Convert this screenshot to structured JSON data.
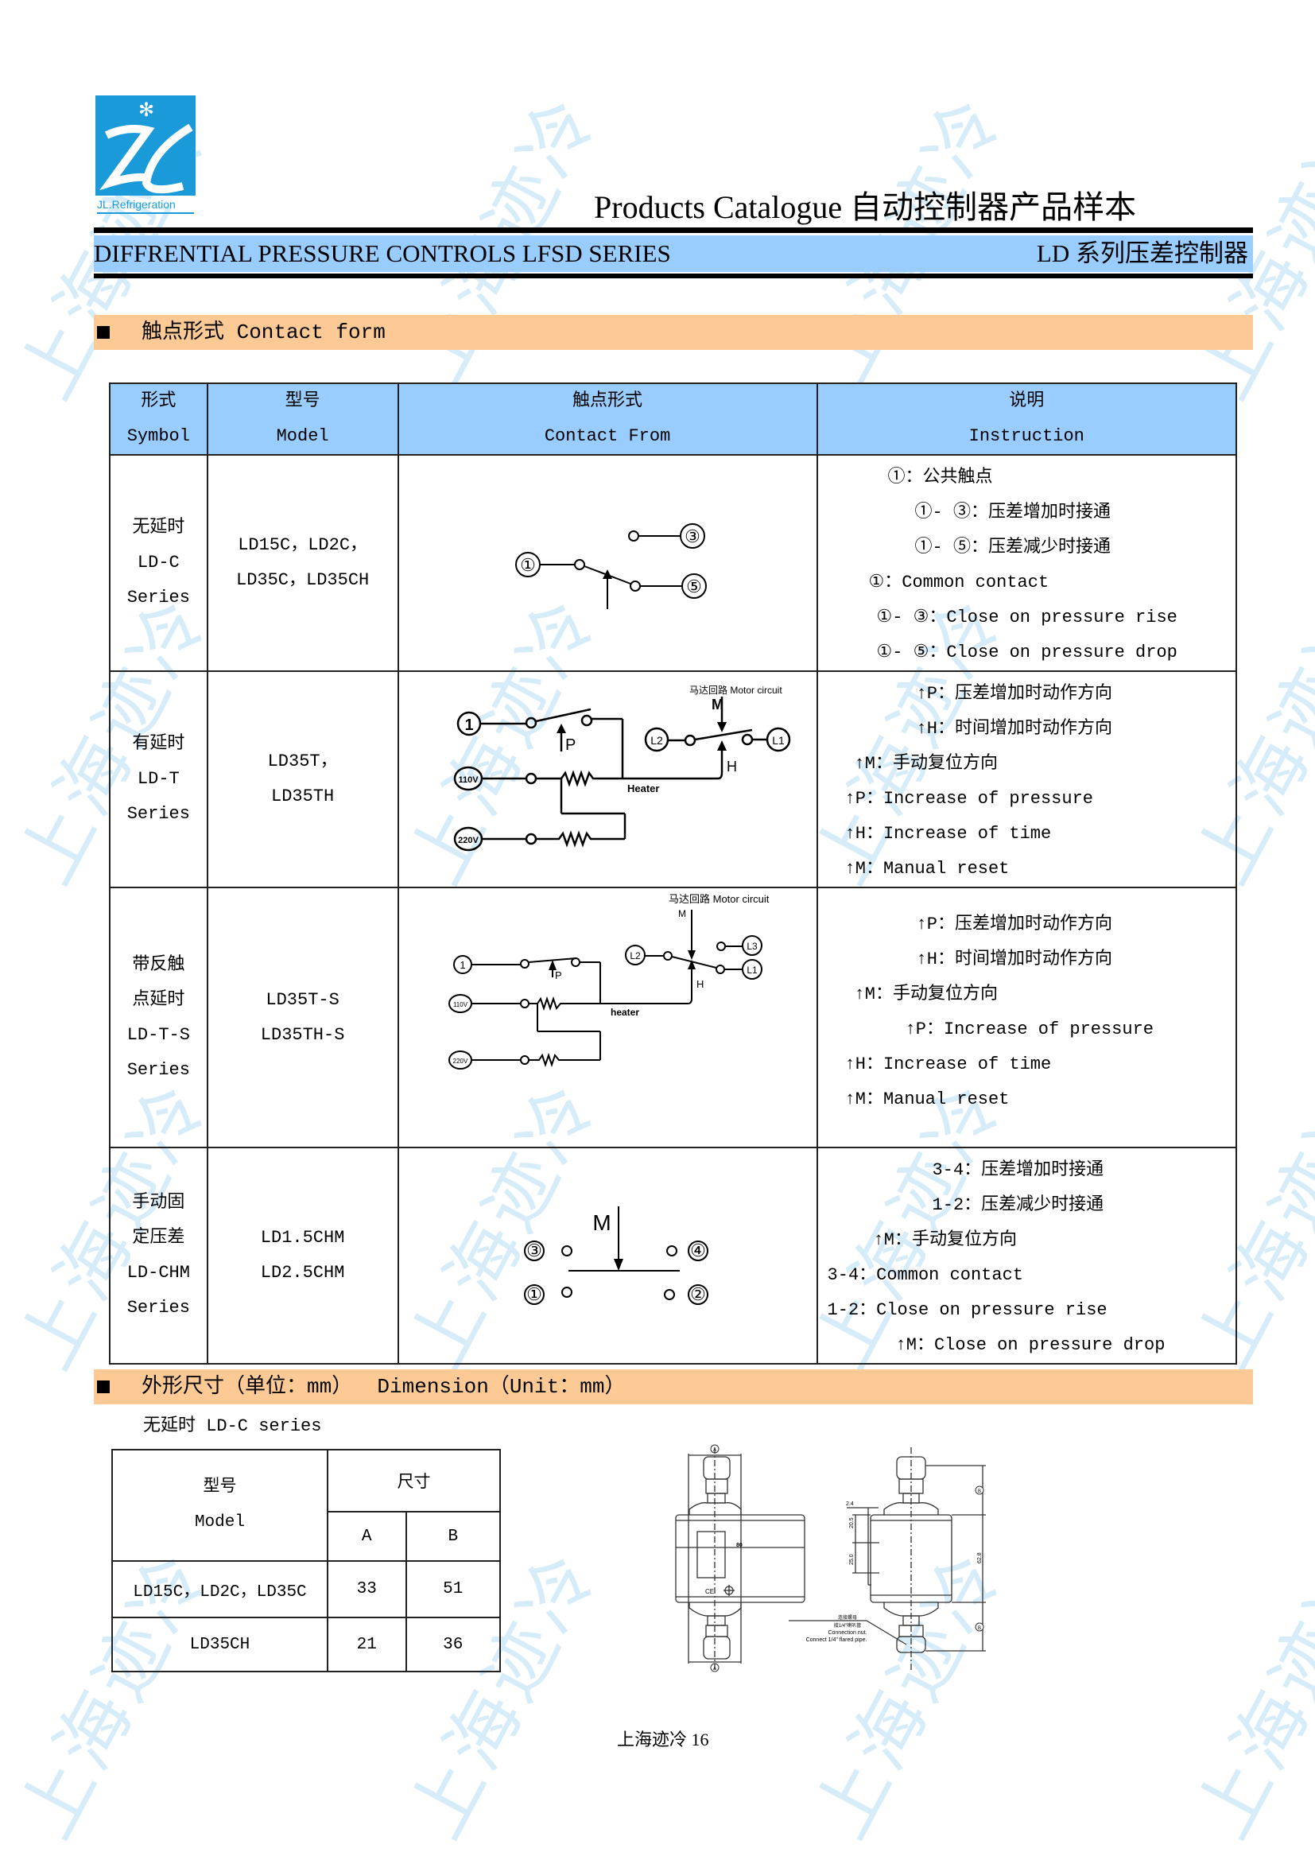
{
  "watermark": "上海迹冷",
  "logo": {
    "text": "JL.Refrigeration"
  },
  "header": {
    "title": "Products Catalogue 自动控制器产品样本",
    "band_left": "DIFFRENTIAL PRESSURE CONTROLS LFSD SERIES",
    "band_right": "LD 系列压差控制器"
  },
  "section1": {
    "title": "触点形式 Contact form"
  },
  "contact_table": {
    "headers": [
      {
        "cn": "形式",
        "en": "Symbol"
      },
      {
        "cn": "型号",
        "en": "Model"
      },
      {
        "cn": "触点形式",
        "en": "Contact From"
      },
      {
        "cn": "说明",
        "en": "Instruction"
      }
    ],
    "rows": [
      {
        "symbol": [
          "无延时",
          "LD-C",
          "Series"
        ],
        "model": [
          "LD15C，LD2C，",
          "LD35C，LD35CH"
        ],
        "diagram": {
          "labels": [
            "①",
            "③",
            "⑤"
          ]
        },
        "instructions": [
          "①：公共触点",
          "①- ③：压差增加时接通",
          "①- ⑤：压差减少时接通",
          "①：Common contact",
          "①- ③：Close on pressure rise",
          "①- ⑤：Close on pressure drop"
        ]
      },
      {
        "symbol": [
          "有延时",
          "LD-T",
          "Series"
        ],
        "model": [
          "LD35T，",
          "LD35TH"
        ],
        "diagram": {
          "motor": "马达回路 Motor circuit",
          "M": "M",
          "P": "P",
          "H": "H",
          "heater": "Heater",
          "c1": "1",
          "v110": "110V",
          "v220": "220V",
          "L1": "L1",
          "L2": "L2"
        },
        "instructions": [
          "↑P：压差增加时动作方向",
          "↑H：时间增加时动作方向",
          "↑M：手动复位方向",
          "↑P：Increase of pressure",
          "↑H：Increase of time",
          "↑M：Manual reset"
        ]
      },
      {
        "symbol": [
          "带反触",
          "点延时",
          "LD-T-S",
          "Series"
        ],
        "model": [
          "LD35T-S",
          "LD35TH-S"
        ],
        "diagram": {
          "motor": "马达回路 Motor circuit",
          "M": "M",
          "P": "P",
          "H": "H",
          "heater": "heater",
          "c1": "1",
          "v110": "110V",
          "v220": "220V",
          "L1": "L1",
          "L2": "L2",
          "L3": "L3"
        },
        "instructions": [
          "↑P：压差增加时动作方向",
          "↑H：时间增加时动作方向",
          "↑M：手动复位方向",
          "↑P：Increase of pressure",
          "↑H：Increase of time",
          "↑M：Manual reset"
        ]
      },
      {
        "symbol": [
          "手动固",
          "定压差",
          "LD-CHM",
          "Series"
        ],
        "model": [
          "LD1.5CHM",
          "LD2.5CHM"
        ],
        "diagram": {
          "M": "M",
          "labels": [
            "③",
            "④",
            "①",
            "②"
          ]
        },
        "instructions": [
          "3-4：压差增加时接通",
          "1-2：压差减少时接通",
          "↑M：手动复位方向",
          "3-4：Common contact",
          "1-2：Close on pressure rise",
          "↑M：Close on pressure drop"
        ]
      }
    ]
  },
  "section2": {
    "title": "外形尺寸（单位：mm）  Dimension（Unit：mm）",
    "subtitle": "无延时 LD-C series"
  },
  "dim_table": {
    "model_cn": "型号",
    "model_en": "Model",
    "size": "尺寸",
    "A": "A",
    "B": "B",
    "rows": [
      {
        "model": "LD15C，LD2C，LD35C",
        "A": "33",
        "B": "51"
      },
      {
        "model": "LD35CH",
        "A": "21",
        "B": "36"
      }
    ]
  },
  "drawing": {
    "A": "A",
    "B": "B",
    "w80": "80",
    "d24": "2.4",
    "d205": "20.5",
    "d250": "25.0",
    "d628": "62.8",
    "ce": "CE",
    "nut_cn1": "连接螺母",
    "nut_cn2": "接1/4\"喇叭管",
    "nut_en1": "Connection nut.",
    "nut_en2": "Connect 1/4\" flared pipe."
  },
  "footer": {
    "text": "上海迹冷 16"
  }
}
